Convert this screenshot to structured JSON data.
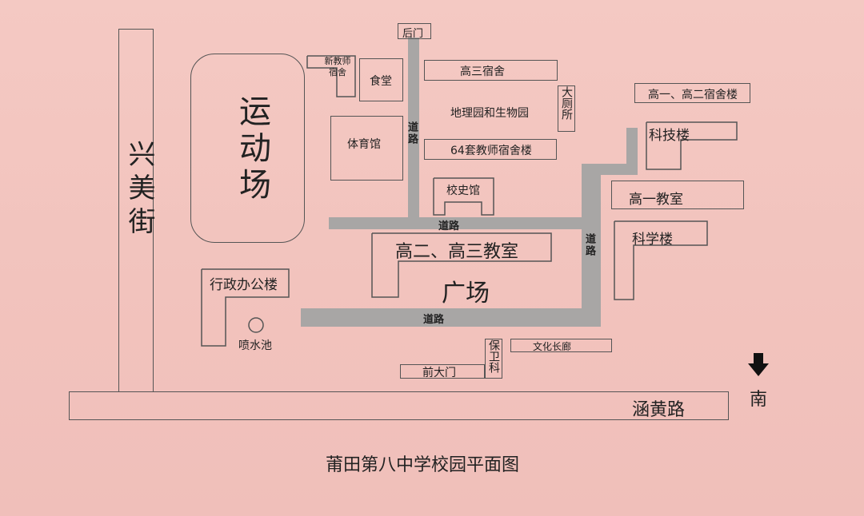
{
  "title": "莆田第八中学校园平面图",
  "compass": "南",
  "streets": {
    "west": "兴美街",
    "south": "涵黄路"
  },
  "roads": {
    "road_label": "道路"
  },
  "buildings": {
    "back_gate": "后门",
    "stadium": "运动场",
    "new_teacher_dorm": "新教师宿舍",
    "canteen": "食堂",
    "senior3_dorm": "高三宿舍",
    "geo_bio_garden": "地理园和生物园",
    "toilet": "大厕所",
    "grade12_dorm": "高一、高二宿舍楼",
    "gym": "体育馆",
    "teacher_dorm_64": "64套教师宿舍楼",
    "tech_building": "科技楼",
    "history_museum": "校史馆",
    "grade1_classroom": "高一教室",
    "grade23_classroom": "高二、高三教室",
    "science_building": "科学楼",
    "square": "广场",
    "admin_building": "行政办公楼",
    "fountain": "喷水池",
    "security": "保卫科",
    "culture_corridor": "文化长廊",
    "front_gate": "前大门"
  }
}
